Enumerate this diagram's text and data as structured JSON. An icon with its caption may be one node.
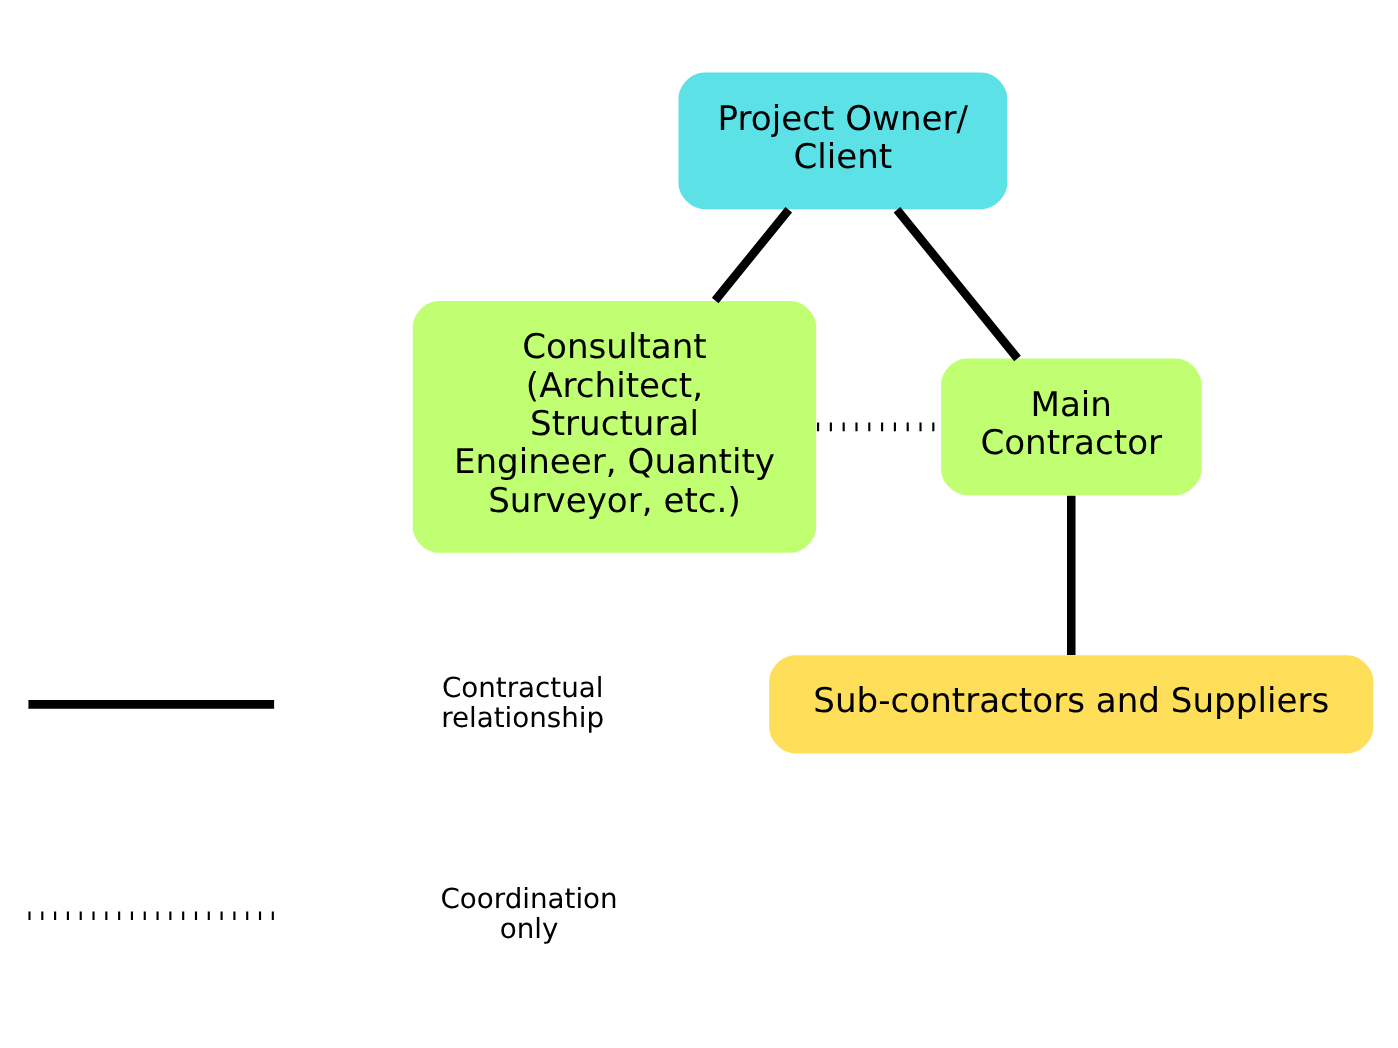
{
  "diagram": {
    "nodes": [
      {
        "text": [
          "Project Owner/ Client"
        ]
      },
      {
        "text": [
          "Consultant (Architect, Structural Engineer, Quantity Surveyor, etc.)"
        ]
      },
      {
        "text": [
          "Main Contractor"
        ]
      },
      {
        "text": [
          "Sub-contractors and Suppliers"
        ]
      }
    ],
    "edges": [
      {
        "from": 0,
        "to": 1,
        "arrow": "none"
      },
      {
        "from": 0,
        "to": 2,
        "arrow": "none"
      },
      {
        "from": 1,
        "to": 2,
        "arrow": "none",
        "style": "dashed"
      },
      {
        "from": 2,
        "to": 3,
        "arrow": "none"
      }
    ],
    "legend": [
      {
        "text": "Contractual relationship"
      },
      {
        "text": "Coordination only"
      }
    ]
  }
}
